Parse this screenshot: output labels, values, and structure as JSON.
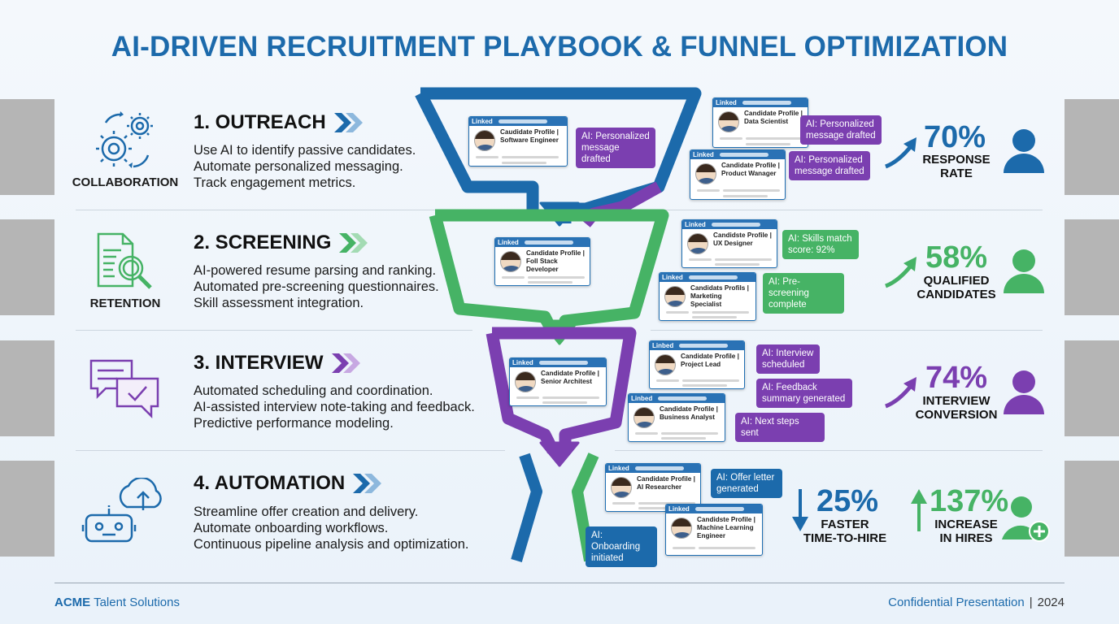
{
  "title": "AI-DRIVEN RECRUITMENT PLAYBOOK & FUNNEL OPTIMIZATION",
  "colors": {
    "blue": "#1c6aab",
    "green": "#46b365",
    "purple": "#7b3fb0"
  },
  "stages": [
    {
      "icon": "gears-icon",
      "icon_label": "COLLABORATION",
      "heading": "1. OUTREACH",
      "lines": [
        "Use AI to identify passive candidates.",
        "Automate personalized messaging.",
        "Track engagement metrics."
      ]
    },
    {
      "icon": "document-search-icon",
      "icon_label": "RETENTION",
      "heading": "2. SCREENING",
      "lines": [
        "AI-powered resume parsing and ranking.",
        "Automated pre-screening questionnaires.",
        "Skill assessment integration."
      ]
    },
    {
      "icon": "chat-bubbles-icon",
      "icon_label": "",
      "heading": "3. INTERVIEW",
      "lines": [
        "Automated scheduling and coordination.",
        "AI-assisted interview note-taking and feedback.",
        "Predictive performance modeling."
      ]
    },
    {
      "icon": "robot-cloud-icon",
      "icon_label": "",
      "heading": "4. AUTOMATION",
      "lines": [
        "Streamline offer creation and delivery.",
        "Automate onboarding workflows.",
        "Continuous pipeline analysis and optimization."
      ]
    }
  ],
  "cards": [
    {
      "brand": "Linked",
      "text": "Caudidate Profile | Software Engineer"
    },
    {
      "brand": "Linked",
      "text": "Candidate Profile | Data Scientist"
    },
    {
      "brand": "Linked",
      "text": "Candidate Profile | Product Wanager"
    },
    {
      "brand": "Linked",
      "text": "Candidate Profile | Foll Stack Developer"
    },
    {
      "brand": "Linked",
      "text": "Candidste Profile | UX Designer"
    },
    {
      "brand": "Linked",
      "text": "Candidats Profils | Marketing Specialist"
    },
    {
      "brand": "Linked",
      "text": "Candidate Profile | Senior Architest"
    },
    {
      "brand": "Linbed",
      "text": "Candidate Profile | Project Lead"
    },
    {
      "brand": "Linbed",
      "text": "Candidate Profile | Business Analyst"
    },
    {
      "brand": "Linked",
      "text": "Candidate Profile | AI Researcher"
    },
    {
      "brand": "Linked",
      "text": "Candidste Profile | Machine Learning Engineer"
    }
  ],
  "bubbles": [
    {
      "text": "AI: Personalized message drafted"
    },
    {
      "text": "AI: Personalized message drafted"
    },
    {
      "text": "AI: Personalized message drafted"
    },
    {
      "text": "AI: Skills match score: 92%"
    },
    {
      "text": "AI: Pre-screening complete"
    },
    {
      "text": "AI: Interview scheduled"
    },
    {
      "text": "AI: Feedback summary generated"
    },
    {
      "text": "AI: Next steps sent"
    },
    {
      "text": "AI: Offer letter generated"
    },
    {
      "text": "AI: Onboarding initiated"
    }
  ],
  "metrics": [
    {
      "value": "70%",
      "label": "RESPONSE RATE",
      "color": "#1c6aab"
    },
    {
      "value": "58%",
      "label": "QUALIFIED CANDIDATES",
      "color": "#46b365"
    },
    {
      "value": "74%",
      "label": "INTERVIEW CONVERSION",
      "color": "#7b3fb0"
    },
    {
      "value": "25%",
      "label": "FASTER TIME-TO-HIRE",
      "color": "#1c6aab"
    },
    {
      "value": "137%",
      "label": "INCREASE IN HIRES",
      "color": "#46b365"
    }
  ],
  "footer": {
    "brand": "ACME",
    "company": " Talent Solutions",
    "right": "Confidential Presentation",
    "separator": "|",
    "year": "2024"
  }
}
